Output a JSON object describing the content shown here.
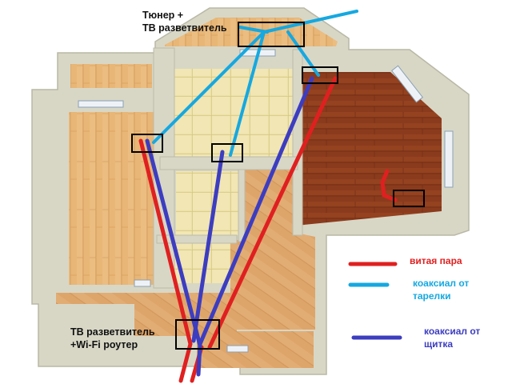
{
  "labels": {
    "tuner_line1": "Тюнер +",
    "tuner_line2": "ТВ разветвитель",
    "router_line1": "ТВ разветвитель",
    "router_line2": "+Wi-Fi роутер"
  },
  "legend": [
    {
      "id": "twisted-pair",
      "text_line1": "витая пара",
      "text_line2": "",
      "color": "#e02020"
    },
    {
      "id": "coax-dish",
      "text_line1": "коаксиал от",
      "text_line2": "тарелки",
      "color": "#16a8e0"
    },
    {
      "id": "coax-panel",
      "text_line1": "коаксиал от",
      "text_line2": "щитка",
      "color": "#3d3dc0"
    }
  ],
  "colors": {
    "twisted_pair": "#e02020",
    "coax_dish": "#16a8e0",
    "coax_panel": "#3d3dc0",
    "wall": "#d9d8c8",
    "light_wood": "#e9b878",
    "dark_wood": "#8a3a1c",
    "tile": "#ecdfa0",
    "parquet": "#dea66c"
  }
}
